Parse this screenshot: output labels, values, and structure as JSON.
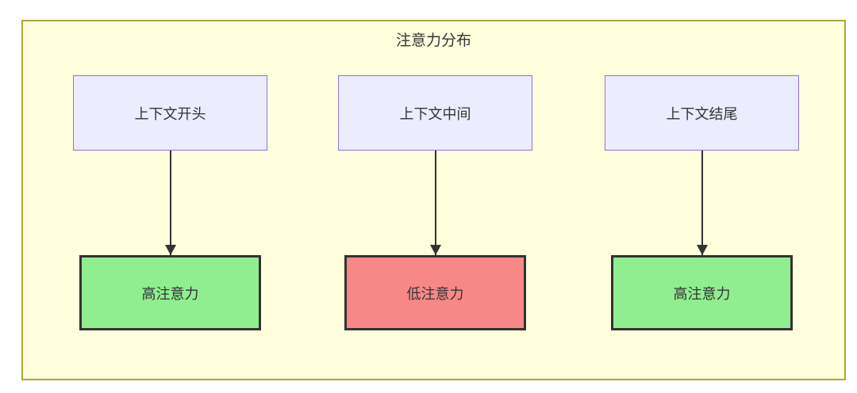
{
  "diagram": {
    "type": "flowchart",
    "title": "注意力分布",
    "columns": [
      {
        "source": "上下文开头",
        "target": "高注意力",
        "attention": "high"
      },
      {
        "source": "上下文中间",
        "target": "低注意力",
        "attention": "low"
      },
      {
        "source": "上下文结尾",
        "target": "高注意力",
        "attention": "high"
      }
    ],
    "edges": [
      {
        "from": "上下文开头",
        "to": "高注意力"
      },
      {
        "from": "上下文中间",
        "to": "低注意力"
      },
      {
        "from": "上下文结尾",
        "to": "高注意力"
      }
    ]
  },
  "colors": {
    "canvas-bg": "#ffffff",
    "subgraph-bg": "#ffffde",
    "subgraph-border": "#aaaa33",
    "node-bg": "#ececff",
    "node-border": "#9370db",
    "high-bg": "#90ee90",
    "low-bg": "#f88888",
    "stroke": "#333333",
    "text": "#333333"
  }
}
